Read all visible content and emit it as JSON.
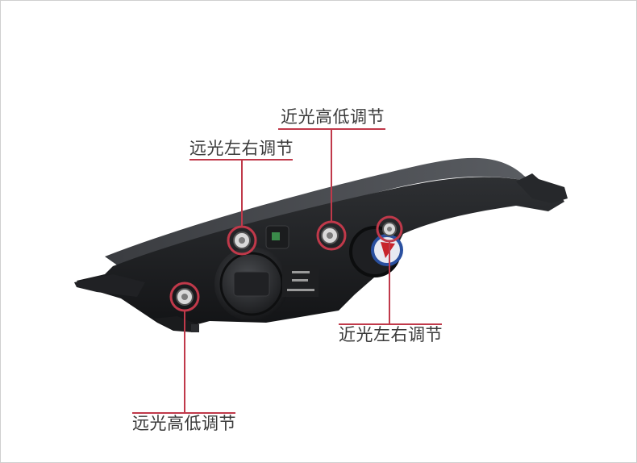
{
  "callouts": {
    "low_beam_height": "近光高低调节",
    "high_beam_horizontal": "远光左右调节",
    "low_beam_horizontal": "近光左右调节",
    "high_beam_height": "远光高低调节"
  },
  "colors": {
    "accent": "#c0394a",
    "housing": "#1c1d1f"
  },
  "icons": [
    "adjuster-screw-icon",
    "brand-logo-badge"
  ]
}
